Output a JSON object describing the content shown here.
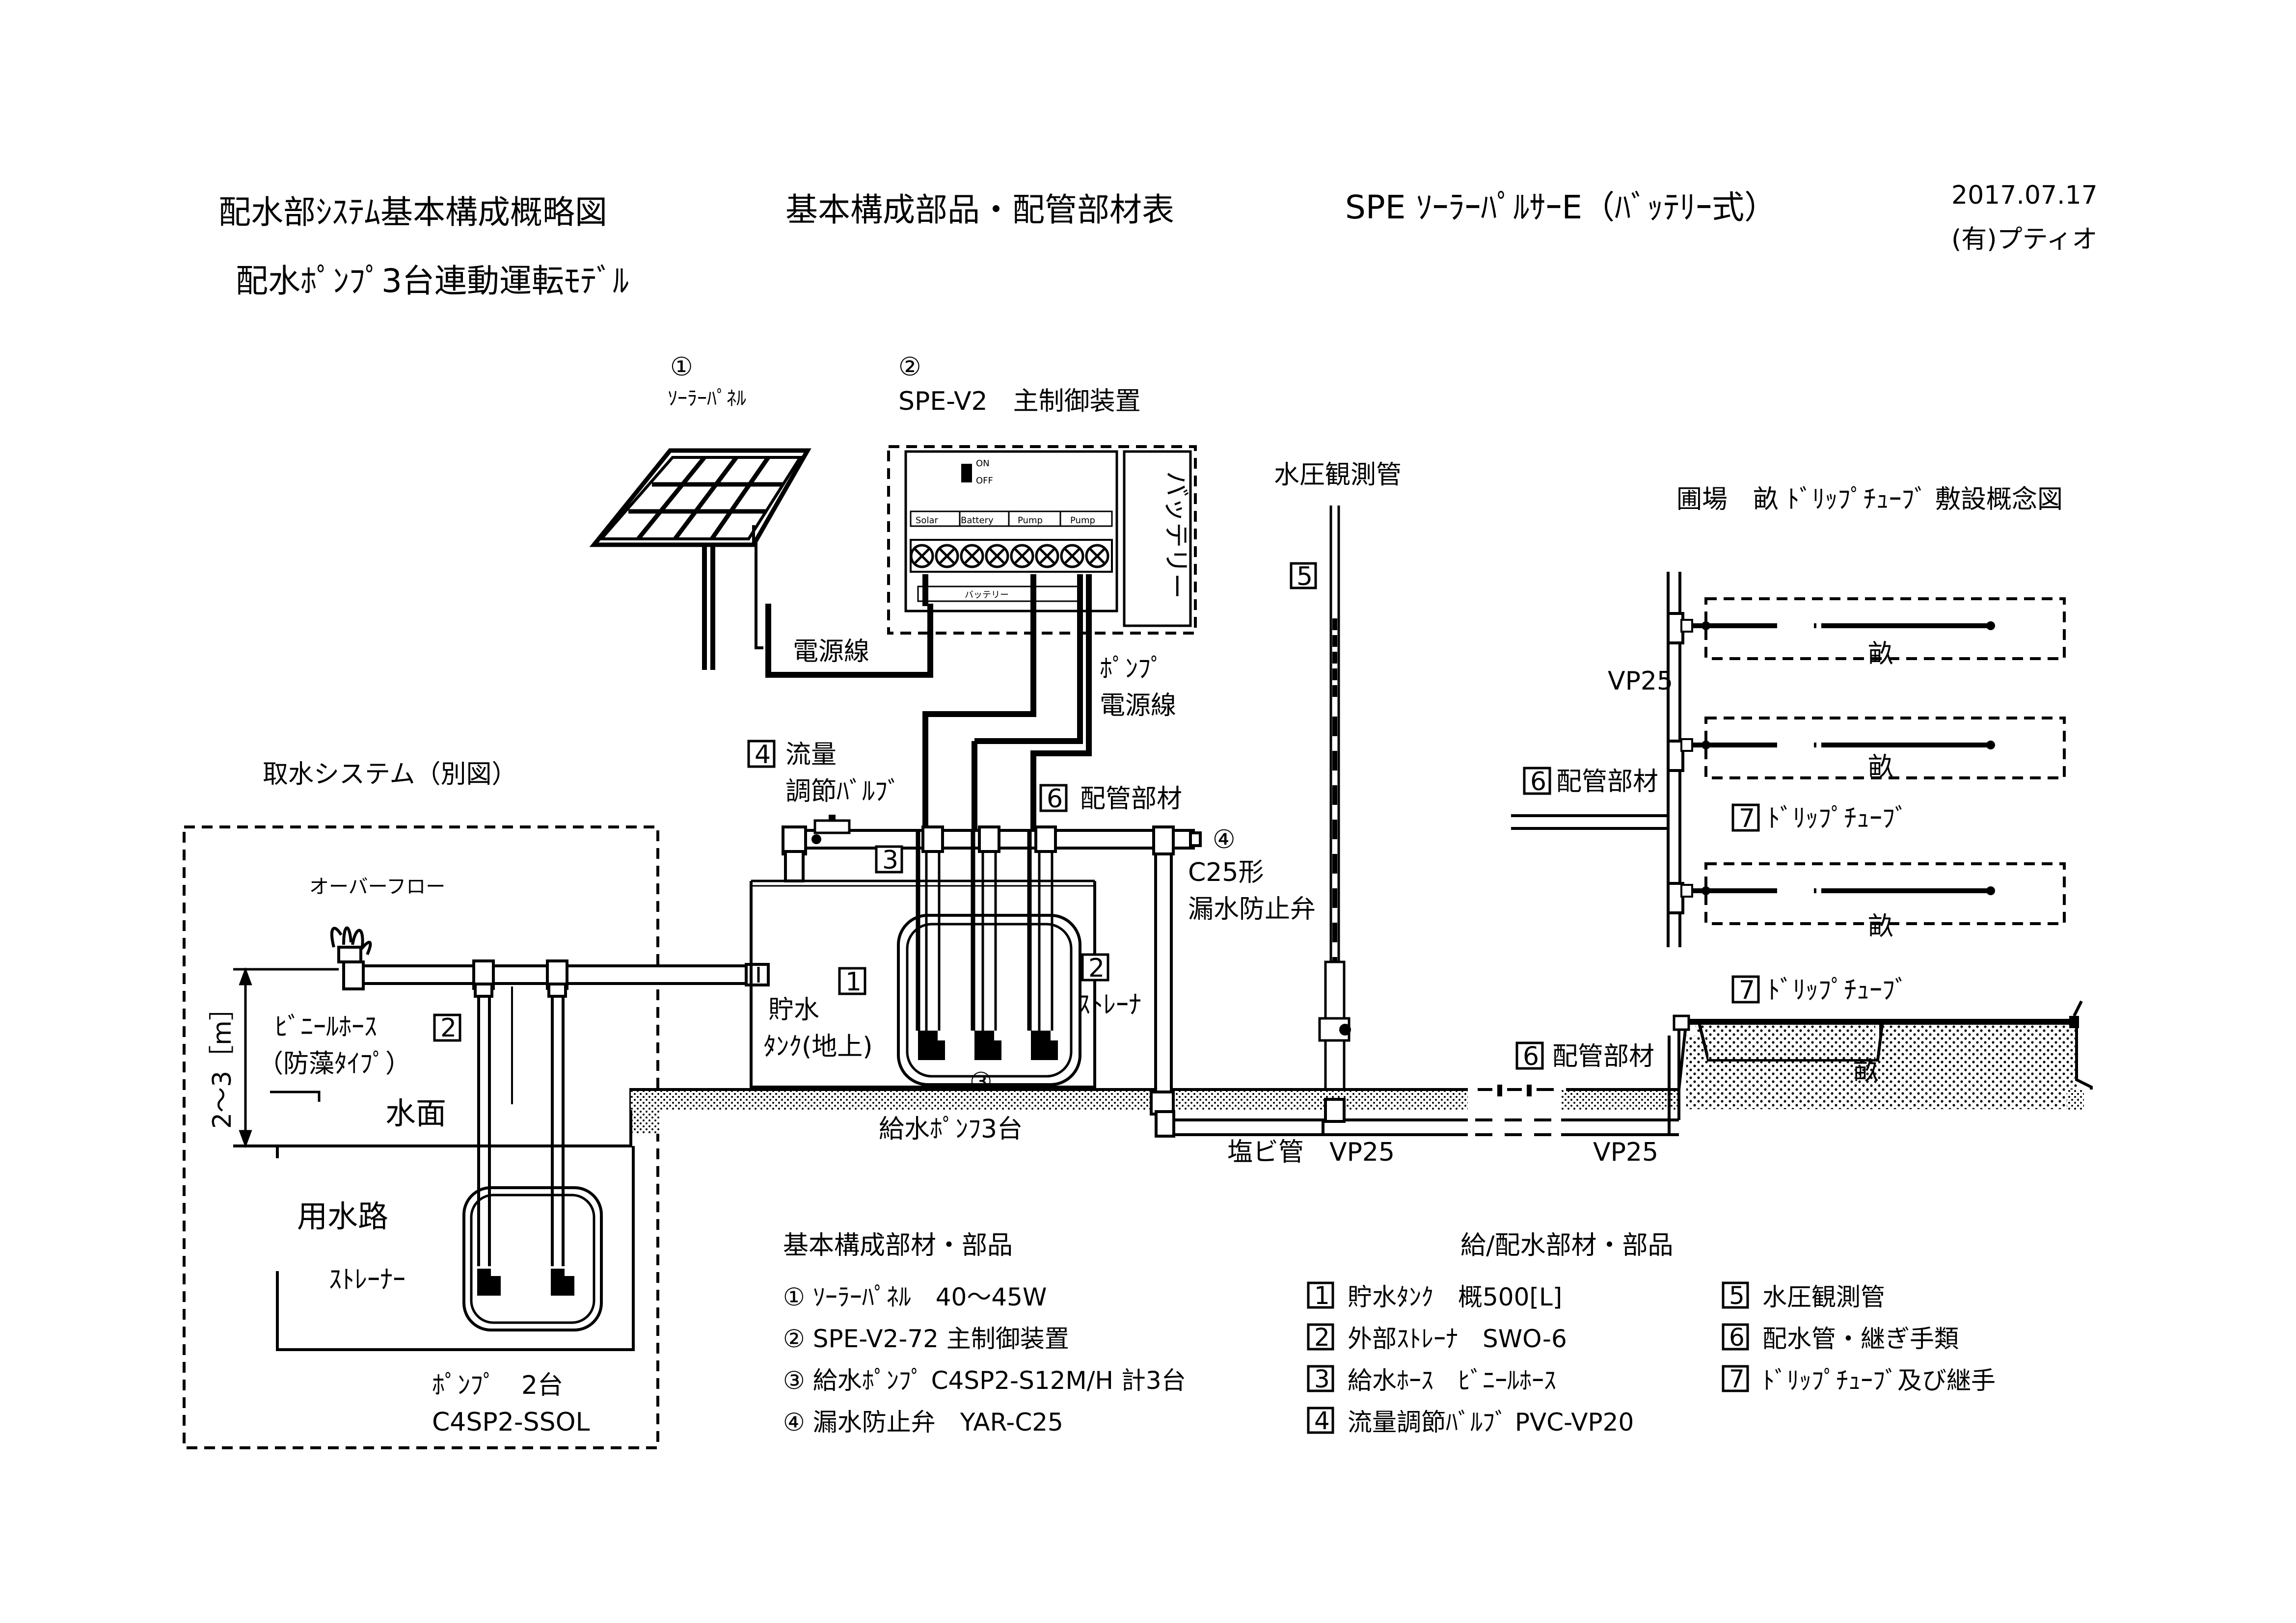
{
  "header": {
    "title": "配水部ｼｽﾃﾑ基本構成概略図",
    "subtitle": "基本構成部品・配管部材表",
    "model_title": "SPE ｿｰﾗｰﾊﾟﾙｻｰE（ﾊﾞｯﾃﾘｰ式）",
    "date": "2017.07.17",
    "company": "(有)プティオ",
    "variant": "配水ﾎﾟﾝﾌﾟ3台連動運転ﾓﾃﾞﾙ"
  },
  "labels": {
    "solar_num": "①",
    "solar_name": "ｿｰﾗｰﾊﾟﾈﾙ",
    "ctrl_num": "②",
    "ctrl_name": "SPE-V2　主制御装置",
    "battery": "バッテリー",
    "power_line": "電源線",
    "pump_power_line_1": "ﾎﾟﾝﾌﾟ",
    "pump_power_line_2": "電源線",
    "switch_on": "ON",
    "switch_off": "OFF",
    "term_solar": "Solar",
    "term_battery": "Battery",
    "term_pump1": "Pump",
    "term_pump2": "Pump",
    "term_battery_bottom": "バッテリー",
    "water_pressure_tube": "水圧観測管",
    "box5": "5",
    "intake_system": "取水システム（別図）",
    "overflow": "オーバーフロー",
    "vinyl_hose": "ﾋﾞﾆｰﾙﾎｰｽ",
    "box2_left": "2",
    "anti_algae": "（防藻ﾀｲﾌﾟ）",
    "height_range": "2～3［m］",
    "water_surface": "水面",
    "waterway": "用水路",
    "strainer_left": "ｽﾄﾚｰﾅｰ",
    "pumps_two": "ﾎﾟﾝﾌﾟ　2台",
    "pump_model_left": "C4SP2-SSOL",
    "box4": "4",
    "flow_1": "流量",
    "flow_2": "調節ﾊﾞﾙﾌﾞ",
    "box6_top": "6",
    "piping_top": "配管部材",
    "box3": "3",
    "num4": "④",
    "check_1": "C25形",
    "check_2": "漏水防止弁",
    "box1": "1",
    "tank_1": "貯水",
    "tank_2": "ﾀﾝｸ(地上)",
    "box2_right": "2",
    "strainer_right": "ｽﾄﾚｰﾅ",
    "num3": "③",
    "supply_pumps": "給水ﾎﾟﾝﾌ3台",
    "pvc_pipe": "塩ビ管　VP25",
    "vp25_bottom": "VP25",
    "field_title": "圃場　畝 ﾄﾞﾘｯﾌﾟﾁｭｰﾌﾞ 敷設概念図",
    "vp25_field": "VP25",
    "box6_mid": "6",
    "piping_mid": "配管部材",
    "ridge_1": "畝",
    "ridge_2": "畝",
    "ridge_3": "畝",
    "box7_mid": "7",
    "drip_mid": "ﾄﾞﾘｯﾌﾟﾁｭｰﾌﾞ",
    "box7_low": "7",
    "drip_low": "ﾄﾞﾘｯﾌﾟﾁｭｰﾌﾞ",
    "box6_low": "6",
    "piping_low": "配管部材",
    "ridge_section": "畝"
  },
  "parts_left": {
    "heading": "基本構成部材・部品",
    "items": [
      "① ｿｰﾗｰﾊﾟﾈﾙ　40～45W",
      "② SPE-V2-72 主制御装置",
      "③ 給水ﾎﾟﾝﾌﾟ C4SP2-S12M/H 計3台",
      "④ 漏水防止弁　YAR-C25"
    ]
  },
  "parts_right": {
    "heading": "給/配水部材・部品",
    "col1": [
      {
        "num": "1",
        "text": "貯水ﾀﾝｸ　概500[L]"
      },
      {
        "num": "2",
        "text": "外部ｽﾄﾚｰﾅ　SWO-6"
      },
      {
        "num": "3",
        "text": "給水ﾎｰｽ　ﾋﾞﾆｰﾙﾎｰｽ"
      },
      {
        "num": "4",
        "text": "流量調節ﾊﾞﾙﾌﾞ PVC-VP20"
      }
    ],
    "col2": [
      {
        "num": "5",
        "text": "水圧観測管"
      },
      {
        "num": "6",
        "text": "配水管・継ぎ手類"
      },
      {
        "num": "7",
        "text": "ﾄﾞﾘｯﾌﾟﾁｭｰﾌﾞ及び継手"
      }
    ]
  }
}
